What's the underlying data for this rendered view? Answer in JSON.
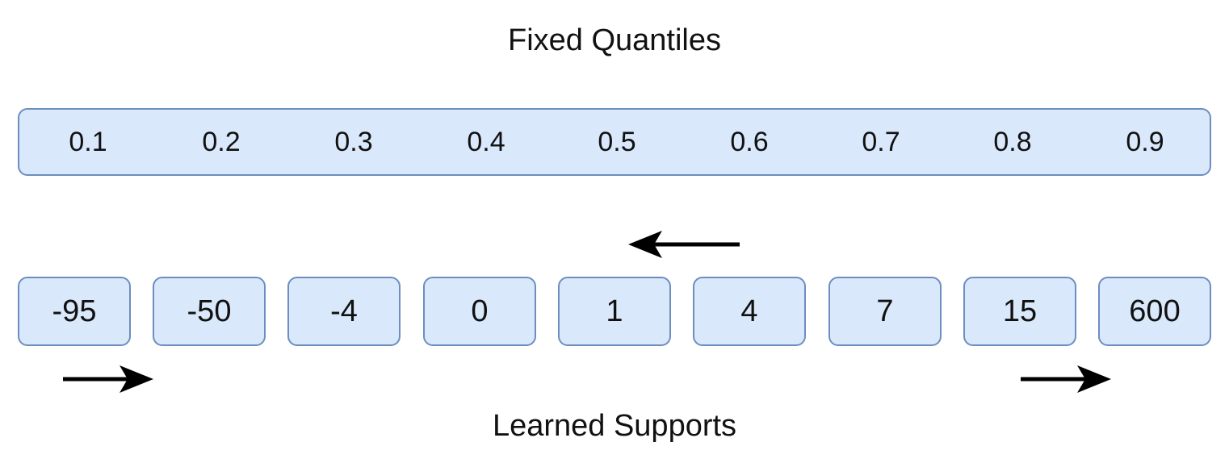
{
  "diagram": {
    "top_title": "Fixed Quantiles",
    "bottom_title": "Learned Supports",
    "quantiles": [
      "0.1",
      "0.2",
      "0.3",
      "0.4",
      "0.5",
      "0.6",
      "0.7",
      "0.8",
      "0.9"
    ],
    "supports": [
      "-95",
      "-50",
      "-4",
      "0",
      "1",
      "4",
      "7",
      "15",
      "600"
    ],
    "colors": {
      "box_fill": "#dae8fc",
      "box_stroke": "#6c8ebf",
      "arrow": "#000000"
    }
  }
}
